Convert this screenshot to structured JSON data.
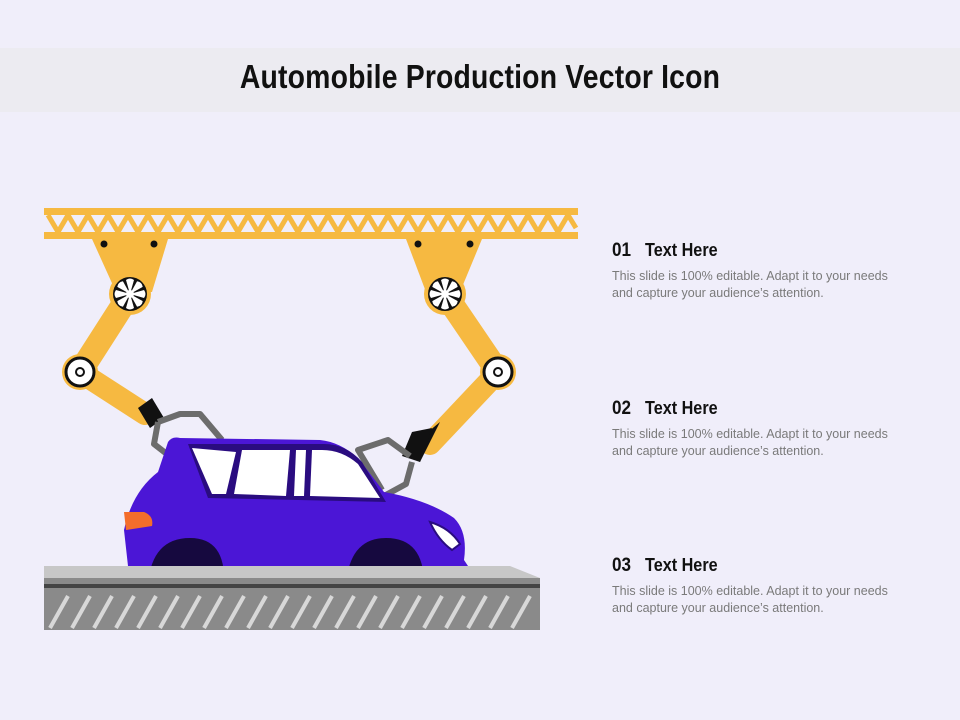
{
  "title": "Automobile Production Vector Icon",
  "colors": {
    "background": "#f0eefa",
    "title_band": "#ecebf1",
    "crane": "#f6b941",
    "car_body": "#4b16d6",
    "conveyor": "#7e7e7e",
    "gripper": "#6c6c6c"
  },
  "points": [
    {
      "number": "01",
      "heading": "Text Here",
      "text": "This slide is 100% editable. Adapt it to your needs and capture your audience’s attention."
    },
    {
      "number": "02",
      "heading": "Text Here",
      "text": "This slide is 100% editable. Adapt it to your needs and capture your audience’s attention."
    },
    {
      "number": "03",
      "heading": "Text Here",
      "text": "This slide is 100% editable. Adapt it to your needs and capture your audience’s attention."
    }
  ]
}
